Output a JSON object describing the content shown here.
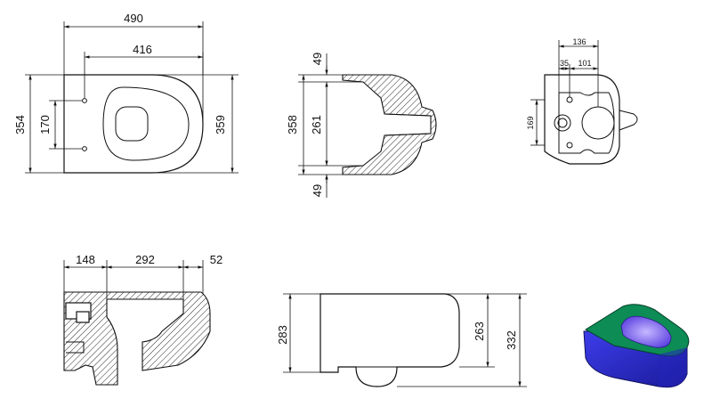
{
  "views": {
    "top_view": {
      "width_overall": "490",
      "width_fixing": "416",
      "height_left": "354",
      "fixing_spacing": "170",
      "height_right": "359"
    },
    "section_view": {
      "top_offset": "49",
      "height_overall": "358",
      "inner_height": "261",
      "bottom_offset": "49"
    },
    "rear_view": {
      "width": "136",
      "offset_left": "35",
      "offset_right": "101",
      "height": "169"
    },
    "side_section": {
      "left_segment": "148",
      "middle_segment": "292",
      "right_segment": "52"
    },
    "side_view": {
      "height_left": "283",
      "height_inner": "263",
      "height_overall": "332"
    },
    "render_3d": {
      "colors": {
        "rim": "#0d8c55",
        "body": "#2a2acc",
        "bowl": "#7a5cff"
      }
    }
  }
}
